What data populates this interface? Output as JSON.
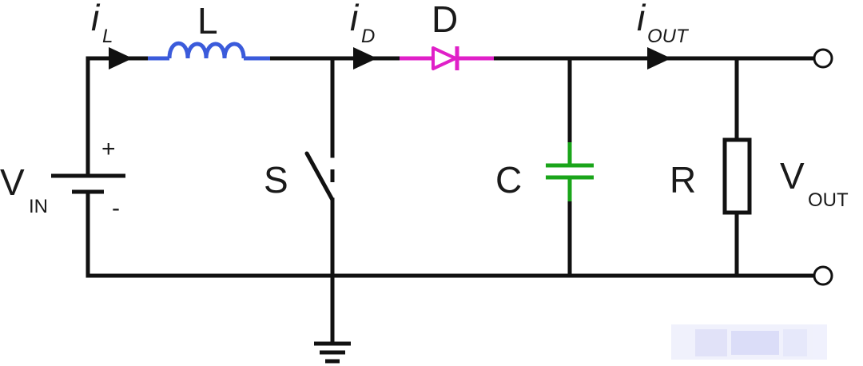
{
  "colors": {
    "wire": "#111111",
    "inductor": "#3b5bdb",
    "diode": "#e020c8",
    "capacitor": "#1aa51a",
    "terminal_fill": "#ffffff",
    "watermark": "#c8cbf5"
  },
  "labels": {
    "vin_main": "V",
    "vin_sub": "IN",
    "plus": "+",
    "minus": "-",
    "il_main": "i",
    "il_sub": "L",
    "inductor": "L",
    "id_main": "i",
    "id_sub": "D",
    "diode": "D",
    "iout_main": "i",
    "iout_sub": "OUT",
    "switch": "S",
    "capacitor": "C",
    "resistor": "R",
    "vout_main": "V",
    "vout_sub": "OUT"
  },
  "icons": {
    "current_arrow": "arrow-right-icon",
    "ground": "ground-icon",
    "terminal": "open-terminal-icon"
  }
}
